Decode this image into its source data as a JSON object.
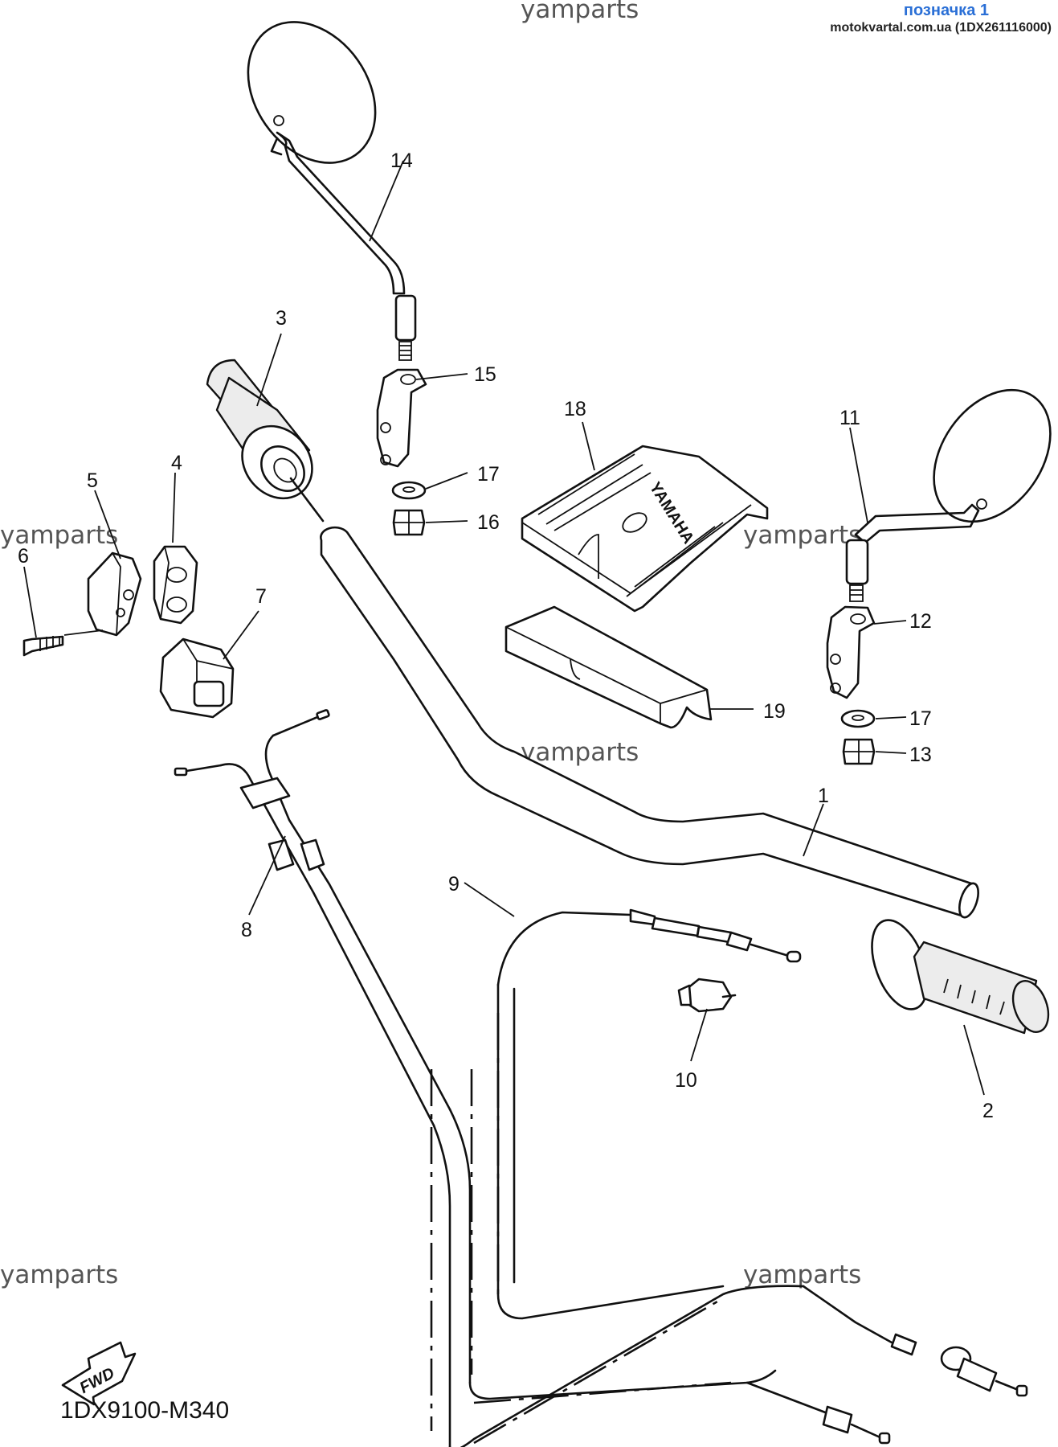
{
  "header": {
    "tag_label": "позначка 1",
    "tag_source": "motokvartal.com.ua (1DX261116000)"
  },
  "watermarks": [
    "yamparts",
    "yamparts",
    "yamparts",
    "yamparts",
    "yamparts",
    "yamparts"
  ],
  "diagram_code": "1DX9100-M340",
  "fwd_label": "FWD",
  "cover_logo_text": "YAMAHA",
  "callouts": [
    "1",
    "2",
    "3",
    "4",
    "5",
    "6",
    "7",
    "8",
    "9",
    "10",
    "11",
    "12",
    "13",
    "14",
    "15",
    "16",
    "17",
    "17",
    "18",
    "19"
  ],
  "colors": {
    "tag_blue": "#2a6fd6",
    "line": "#111111",
    "watermark": "#555555"
  }
}
